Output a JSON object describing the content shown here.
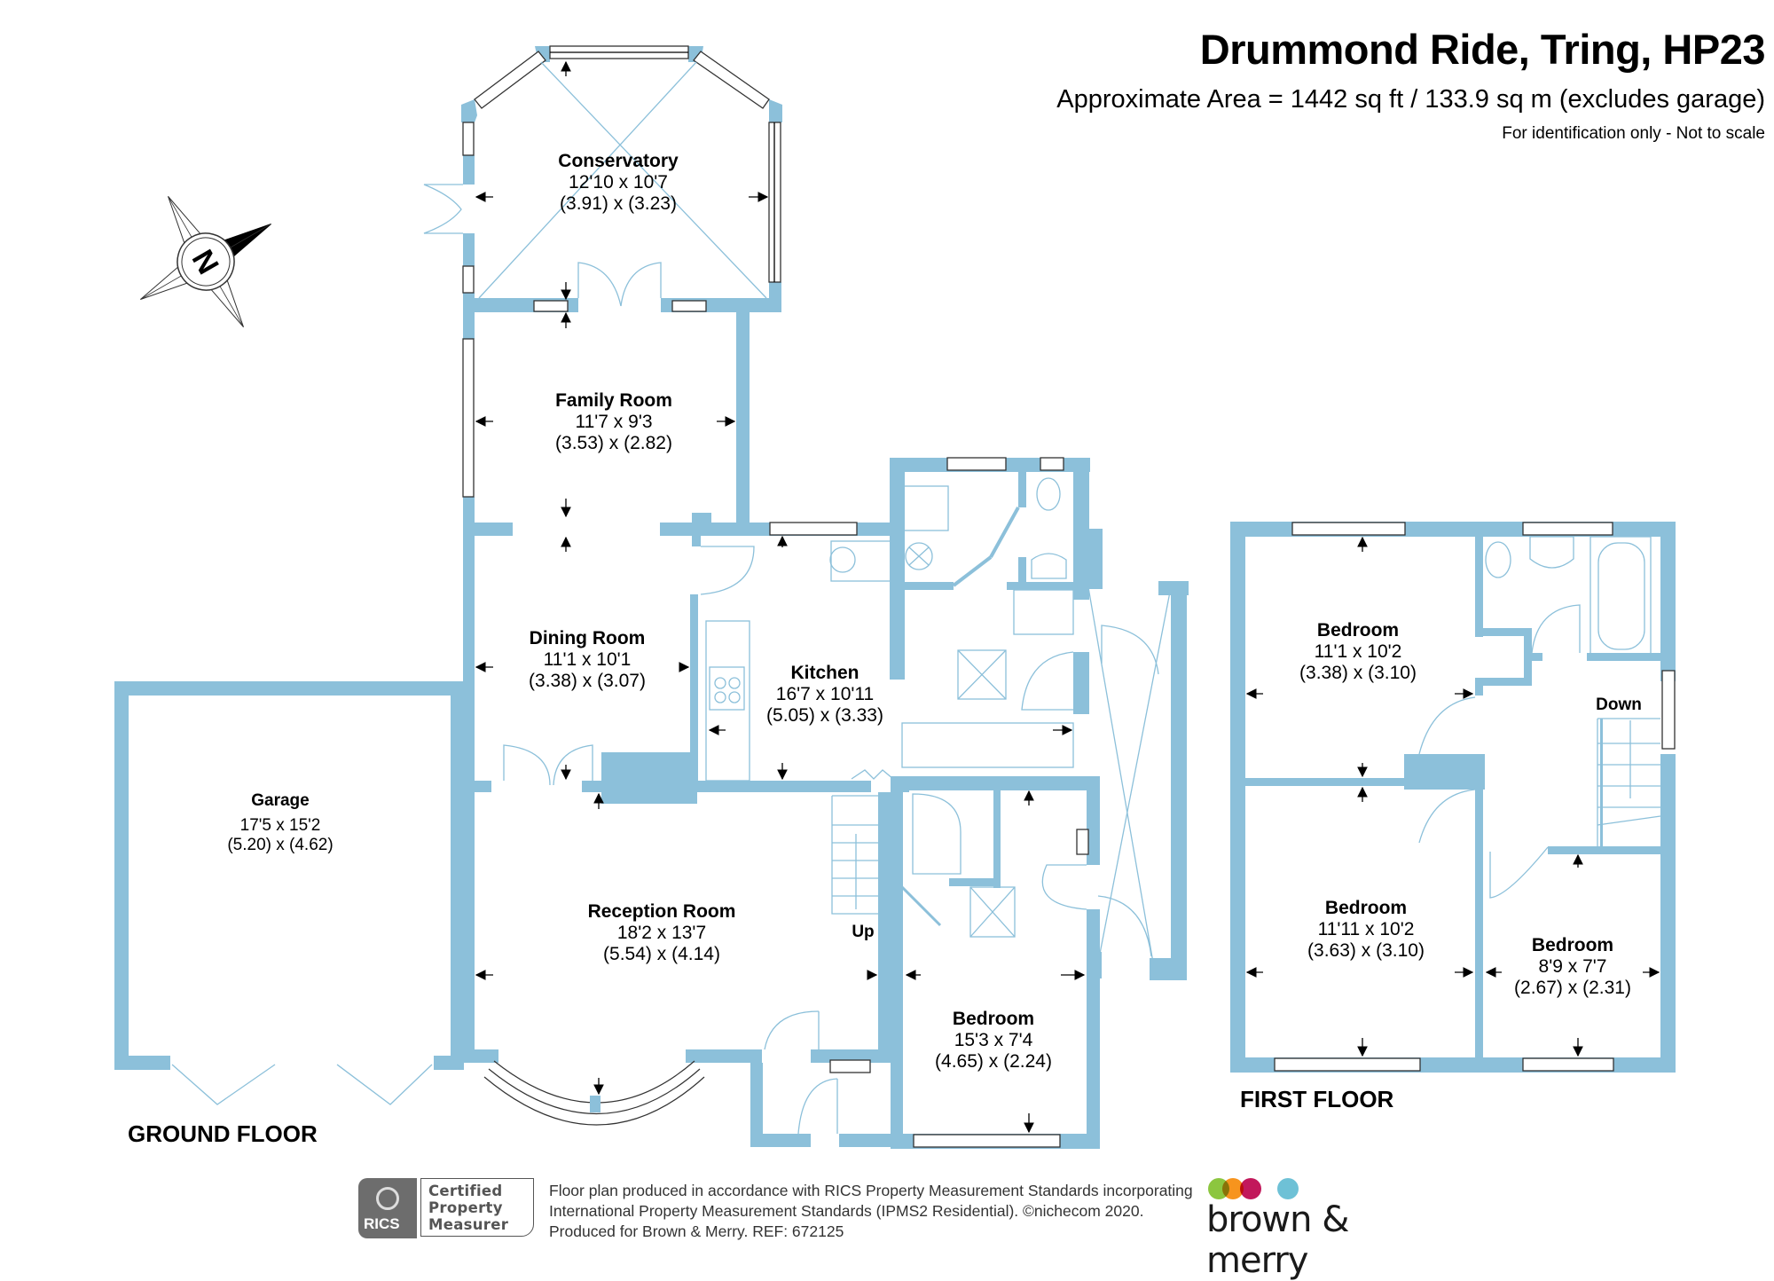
{
  "header": {
    "title": "Drummond Ride, Tring, HP23",
    "area": "Approximate Area = 1442 sq ft / 133.9 sq m (excludes garage)",
    "disclaimer": "For identification only - Not to scale"
  },
  "compass": {
    "label": "N"
  },
  "colors": {
    "wall": "#8cc0da",
    "window_outline": "#333333",
    "text": "#000000"
  },
  "ground_floor": {
    "label": "GROUND FLOOR",
    "rooms": [
      {
        "name": "Conservatory",
        "imperial": "12'10 x 10'7",
        "metric": "(3.91) x (3.23)"
      },
      {
        "name": "Family Room",
        "imperial": "11'7 x 9'3",
        "metric": "(3.53) x (2.82)"
      },
      {
        "name": "Dining Room",
        "imperial": "11'1 x 10'1",
        "metric": "(3.38) x (3.07)"
      },
      {
        "name": "Kitchen",
        "imperial": "16'7 x 10'11",
        "metric": "(5.05) x (3.33)"
      },
      {
        "name": "Garage",
        "imperial": "17'5 x 15'2",
        "metric": "(5.20) x (4.62)"
      },
      {
        "name": "Reception Room",
        "imperial": "18'2 x 13'7",
        "metric": "(5.54) x (4.14)"
      },
      {
        "name": "Bedroom",
        "imperial": "15'3 x 7'4",
        "metric": "(4.65) x (2.24)"
      }
    ],
    "stairs_label": "Up"
  },
  "first_floor": {
    "label": "FIRST FLOOR",
    "rooms": [
      {
        "name": "Bedroom",
        "imperial": "11'1 x 10'2",
        "metric": "(3.38) x (3.10)"
      },
      {
        "name": "Bedroom",
        "imperial": "11'11 x 10'2",
        "metric": "(3.63) x (3.10)"
      },
      {
        "name": "Bedroom",
        "imperial": "8'9 x 7'7",
        "metric": "(2.67) x (2.31)"
      }
    ],
    "stairs_label": "Down"
  },
  "footer": {
    "rics": {
      "brand": "RICS",
      "badge_lines": [
        "Certified",
        "Property",
        "Measurer"
      ]
    },
    "lines": [
      "Floor plan produced in accordance with RICS Property Measurement Standards incorporating",
      "International Property Measurement Standards (IPMS2 Residential).   ©nichecom 2020.",
      "Produced for Brown & Merry.   REF:  672125"
    ],
    "agent": {
      "name": "brown & merry",
      "dot_colors": [
        "#8cc63f",
        "#f7941d",
        "#c2185b",
        "#6ec1d6"
      ]
    }
  }
}
